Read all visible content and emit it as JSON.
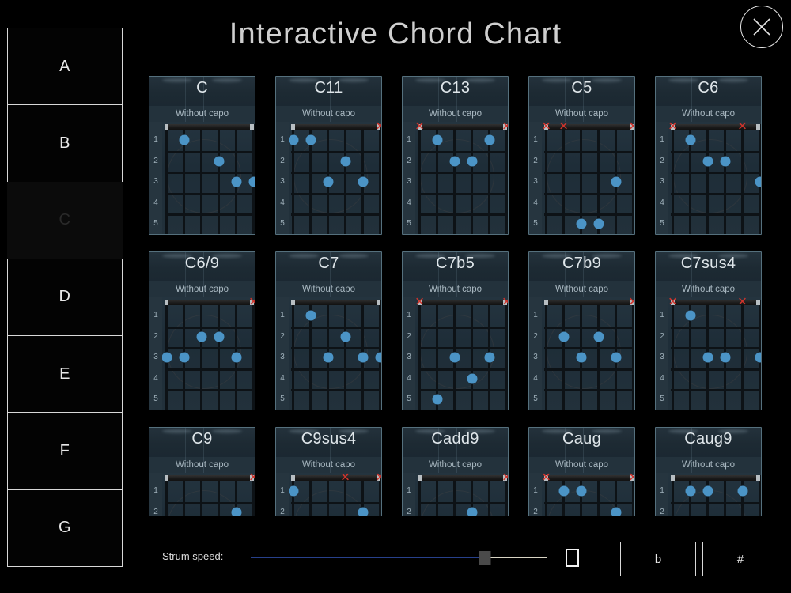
{
  "header": {
    "title": "Interactive Chord Chart",
    "close_icon": "close-circle-icon"
  },
  "sidebar": {
    "items": [
      {
        "label": "A",
        "selected": false
      },
      {
        "label": "B",
        "selected": false
      },
      {
        "label": "C",
        "selected": true
      },
      {
        "label": "D",
        "selected": false
      },
      {
        "label": "E",
        "selected": false
      },
      {
        "label": "F",
        "selected": false
      },
      {
        "label": "G",
        "selected": false
      }
    ]
  },
  "chords": {
    "capo_label": "Without capo",
    "fret_numbers": [
      "1",
      "2",
      "3",
      "4",
      "5"
    ],
    "strings": 6,
    "frets": 5,
    "dot_color": "#4b94c6",
    "mute_color": "#d0342c",
    "mute_glyph": "✕",
    "cards": [
      {
        "name": "C",
        "capo": "Without capo",
        "muted": [],
        "dots": [
          {
            "s": 2,
            "f": 1
          },
          {
            "s": 4,
            "f": 2
          },
          {
            "s": 6,
            "f": 3
          },
          {
            "s": 5,
            "f": 3
          }
        ]
      },
      {
        "name": "C11",
        "capo": "Without capo",
        "muted": [
          6
        ],
        "dots": [
          {
            "s": 2,
            "f": 1
          },
          {
            "s": 1,
            "f": 1
          },
          {
            "s": 4,
            "f": 2
          },
          {
            "s": 5,
            "f": 3
          },
          {
            "s": 3,
            "f": 3
          }
        ]
      },
      {
        "name": "C13",
        "capo": "Without capo",
        "muted": [
          6,
          1
        ],
        "dots": [
          {
            "s": 5,
            "f": 1
          },
          {
            "s": 2,
            "f": 1
          },
          {
            "s": 4,
            "f": 2
          },
          {
            "s": 3,
            "f": 2
          }
        ]
      },
      {
        "name": "C5",
        "capo": "Without capo",
        "muted": [
          6,
          2,
          1
        ],
        "dots": [
          {
            "s": 5,
            "f": 3
          },
          {
            "s": 4,
            "f": 5
          },
          {
            "s": 3,
            "f": 5
          }
        ]
      },
      {
        "name": "C6",
        "capo": "Without capo",
        "muted": [
          5,
          1
        ],
        "dots": [
          {
            "s": 2,
            "f": 1
          },
          {
            "s": 4,
            "f": 2
          },
          {
            "s": 3,
            "f": 2
          },
          {
            "s": 6,
            "f": 3
          }
        ]
      },
      {
        "name": "C6/9",
        "capo": "Without capo",
        "muted": [
          6
        ],
        "dots": [
          {
            "s": 4,
            "f": 2
          },
          {
            "s": 3,
            "f": 2
          },
          {
            "s": 5,
            "f": 3
          },
          {
            "s": 2,
            "f": 3
          },
          {
            "s": 1,
            "f": 3
          }
        ]
      },
      {
        "name": "C7",
        "capo": "Without capo",
        "muted": [],
        "dots": [
          {
            "s": 2,
            "f": 1
          },
          {
            "s": 4,
            "f": 2
          },
          {
            "s": 6,
            "f": 3
          },
          {
            "s": 5,
            "f": 3
          },
          {
            "s": 3,
            "f": 3
          }
        ]
      },
      {
        "name": "C7b5",
        "capo": "Without capo",
        "muted": [
          6,
          1
        ],
        "dots": [
          {
            "s": 5,
            "f": 3
          },
          {
            "s": 3,
            "f": 3
          },
          {
            "s": 4,
            "f": 4
          },
          {
            "s": 2,
            "f": 5
          }
        ]
      },
      {
        "name": "C7b9",
        "capo": "Without capo",
        "muted": [
          6
        ],
        "dots": [
          {
            "s": 4,
            "f": 2
          },
          {
            "s": 2,
            "f": 2
          },
          {
            "s": 5,
            "f": 3
          },
          {
            "s": 3,
            "f": 3
          }
        ]
      },
      {
        "name": "C7sus4",
        "capo": "Without capo",
        "muted": [
          5,
          1
        ],
        "dots": [
          {
            "s": 2,
            "f": 1
          },
          {
            "s": 6,
            "f": 3
          },
          {
            "s": 4,
            "f": 3
          },
          {
            "s": 3,
            "f": 3
          }
        ]
      },
      {
        "name": "C9",
        "capo": "Without capo",
        "muted": [
          6
        ],
        "dots": [
          {
            "s": 5,
            "f": 2
          }
        ]
      },
      {
        "name": "C9sus4",
        "capo": "Without capo",
        "muted": [
          6,
          4
        ],
        "dots": [
          {
            "s": 1,
            "f": 1
          },
          {
            "s": 5,
            "f": 2
          }
        ]
      },
      {
        "name": "Cadd9",
        "capo": "Without capo",
        "muted": [
          6
        ],
        "dots": [
          {
            "s": 4,
            "f": 2
          }
        ]
      },
      {
        "name": "Caug",
        "capo": "Without capo",
        "muted": [
          6,
          1
        ],
        "dots": [
          {
            "s": 3,
            "f": 1
          },
          {
            "s": 2,
            "f": 1
          },
          {
            "s": 5,
            "f": 2
          }
        ]
      },
      {
        "name": "Caug9",
        "capo": "Without capo",
        "muted": [],
        "dots": [
          {
            "s": 5,
            "f": 1
          },
          {
            "s": 3,
            "f": 1
          },
          {
            "s": 2,
            "f": 1
          }
        ]
      }
    ]
  },
  "bottom_bar": {
    "strum_label": "Strum speed:",
    "strum_value_percent": 79,
    "loop_checkbox_checked": false,
    "flat_label": "b",
    "sharp_label": "#"
  }
}
